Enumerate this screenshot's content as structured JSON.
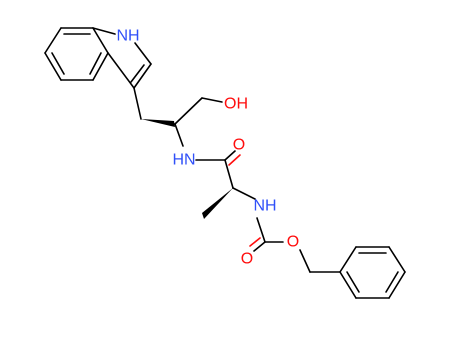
{
  "molecule": {
    "atom_labels": {
      "indole_nh": "NH",
      "hydroxyl": "OH",
      "amide_n": "HN",
      "amide_o": "O",
      "carbamate_n": "NH",
      "carbamate_o_carbonyl": "O",
      "carbamate_o_ester": "O"
    },
    "colors": {
      "bond": "#000000",
      "nitrogen": "#3050f8",
      "oxygen": "#ff0d0d",
      "background": "#ffffff"
    }
  }
}
